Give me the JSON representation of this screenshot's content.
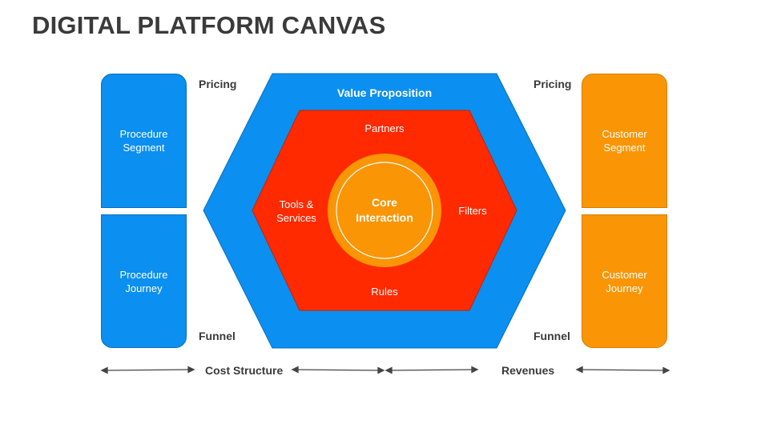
{
  "title": "DIGITAL PLATFORM CANVAS",
  "colors": {
    "blue": "#0b8ff0",
    "red": "#ff2a00",
    "orange": "#fa9505",
    "text_dark": "#3a3a3a"
  },
  "left": {
    "segment": "Procedure\nSegment",
    "journey": "Procedure\nJourney"
  },
  "right": {
    "segment": "Customer\nSegment",
    "journey": "Customer\nJourney"
  },
  "labels": {
    "pricing_left": "Pricing",
    "pricing_right": "Pricing",
    "funnel_left": "Funnel",
    "funnel_right": "Funnel",
    "cost_structure": "Cost Structure",
    "revenues": "Revenues"
  },
  "hexagon": {
    "value_proposition": "Value Proposition",
    "partners": "Partners",
    "tools": "Tools &\nServices",
    "filters": "Filters",
    "rules": "Rules",
    "core": "Core\nInteraction"
  }
}
